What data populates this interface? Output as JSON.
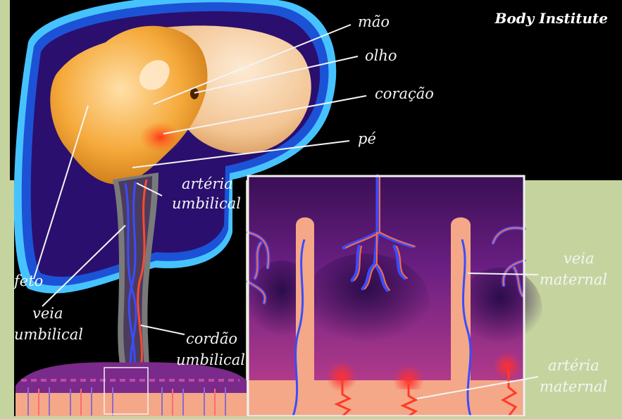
{
  "credit": "Body Institute",
  "labels": {
    "mao": "mão",
    "olho": "olho",
    "coracao": "coração",
    "pe": "pé",
    "arteria_umbilical_1": "artéria",
    "arteria_umbilical_2": "umbilical",
    "feto": "feto",
    "veia_umbilical_1": "veia",
    "veia_umbilical_2": "umbilical",
    "cordao_1": "cordão",
    "cordao_2": "umbilical",
    "veia_maternal_1": "veia",
    "veia_maternal_2": "maternal",
    "arteria_maternal_1": "artéria",
    "arteria_maternal_2": "maternal"
  },
  "colors": {
    "background": "#000000",
    "side_panel": "#c5d49e",
    "amnion_glow": "#3fb6f0",
    "fluid": "#2a0f6e",
    "fetus": "#f0a030",
    "umbilical_artery": "#ff4a2e",
    "umbilical_vein": "#3a4cff",
    "placenta": "#5a1a6e",
    "maternal_tissue": "#f4a888"
  }
}
